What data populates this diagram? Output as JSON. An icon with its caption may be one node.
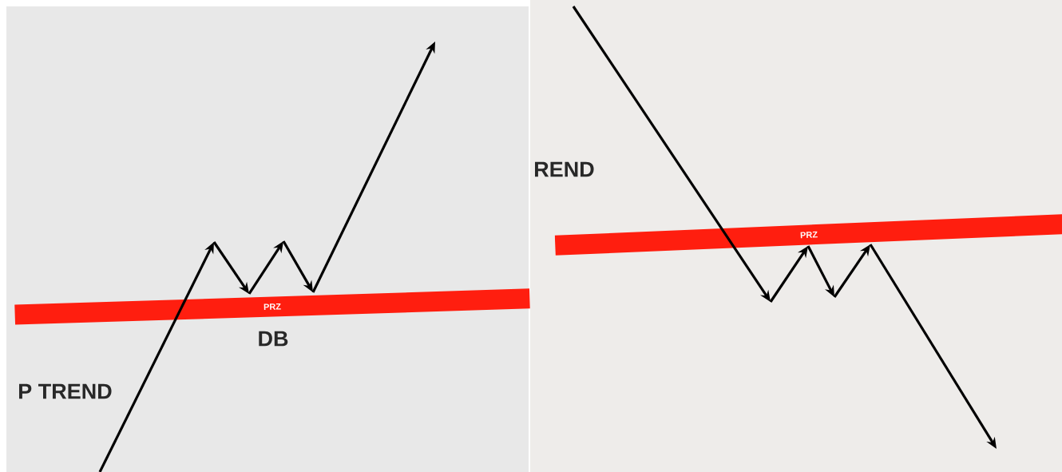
{
  "diagram": {
    "nodes": [
      {
        "text": [
          "PRZ"
        ]
      },
      {
        "text": [
          "PRZ"
        ]
      }
    ],
    "labels": [
      "P TREND",
      "DB",
      "REND"
    ]
  }
}
